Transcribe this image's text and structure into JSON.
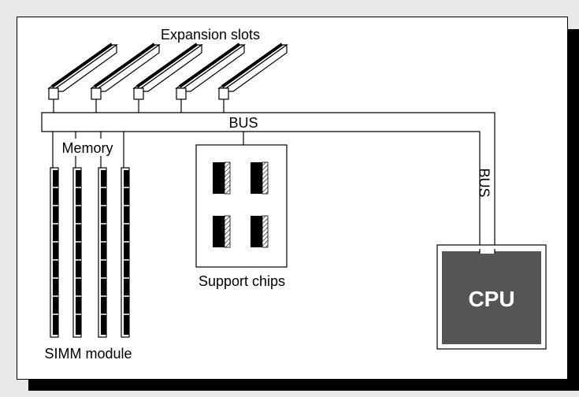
{
  "diagram": {
    "expansion_label": "Expansion slots",
    "bus_label": "BUS",
    "bus_vertical_label": "BUS",
    "memory_label": "Memory",
    "simm_label": "SIMM module",
    "support_label": "Support chips",
    "cpu_label": "CPU"
  }
}
